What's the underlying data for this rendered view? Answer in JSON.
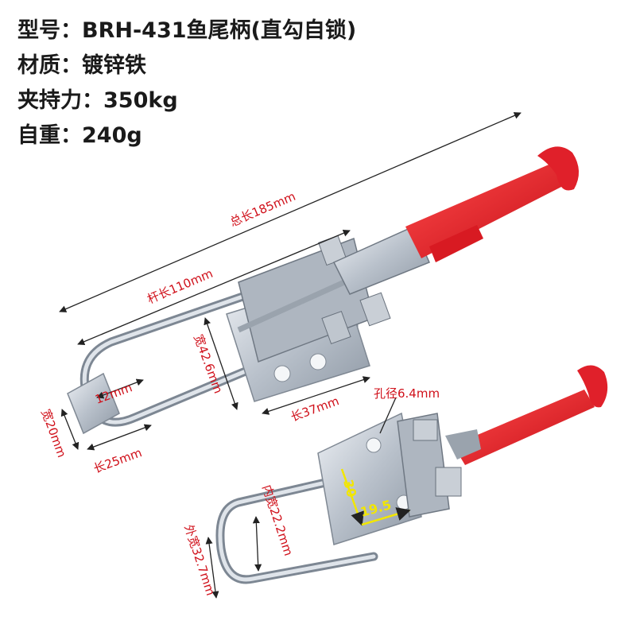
{
  "specs": {
    "model": "型号：BRH-431鱼尾柄(直勾自锁)",
    "material": "材质：镀锌铁",
    "clamp_force": "夹持力：350kg",
    "weight": "自重：240g"
  },
  "dimensions": {
    "total_length": "总长185mm",
    "rod_length": "杆长110mm",
    "width_42": "宽42.6mm",
    "inner_12": "12mm",
    "width_20": "宽20mm",
    "length_25": "长25mm",
    "length_37": "长37mm",
    "hole_diameter": "孔径6.4mm",
    "dim_30": "30",
    "dim_19_5": "19.5",
    "inner_width": "内宽22.2mm",
    "outer_width": "外宽32.7mm"
  },
  "colors": {
    "handle": "#e0202a",
    "metal": "#c6ccd4",
    "dimension_text": "#d0101a",
    "highlight_text": "#f2e600"
  }
}
